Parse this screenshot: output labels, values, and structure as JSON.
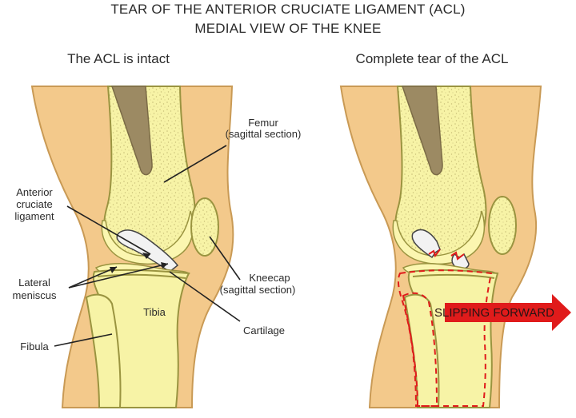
{
  "title": {
    "line1": "TEAR OF THE ANTERIOR CRUCIATE LIGAMENT (ACL)",
    "line2": "MEDIAL VIEW OF THE KNEE"
  },
  "panels": {
    "left": {
      "heading": "The ACL is intact"
    },
    "right": {
      "heading": "Complete tear of the ACL"
    }
  },
  "labels": {
    "femur": {
      "line1": "Femur",
      "line2": "(sagittal section)"
    },
    "acl": {
      "line1": "Anterior",
      "line2": "cruciate",
      "line3": "ligament"
    },
    "meniscus": {
      "line1": "Lateral",
      "line2": "meniscus"
    },
    "kneecap": {
      "line1": "Kneecap",
      "line2": "(sagittal section)"
    },
    "tibia": "Tibia",
    "cartilage": "Cartilage",
    "fibula": "Fibula",
    "slipping": "SLIPPING FORWARD"
  },
  "colors": {
    "skin": "#f3c98b",
    "skin_edge": "#c99a55",
    "bone": "#f7f3a6",
    "bone_edge": "#9a9440",
    "marrow": "#9c8a63",
    "meniscus": "#fbf6b0",
    "acl_fill": "#f2f2f2",
    "arrow_red": "#e01b1b",
    "outline_red": "#e01b1b"
  }
}
